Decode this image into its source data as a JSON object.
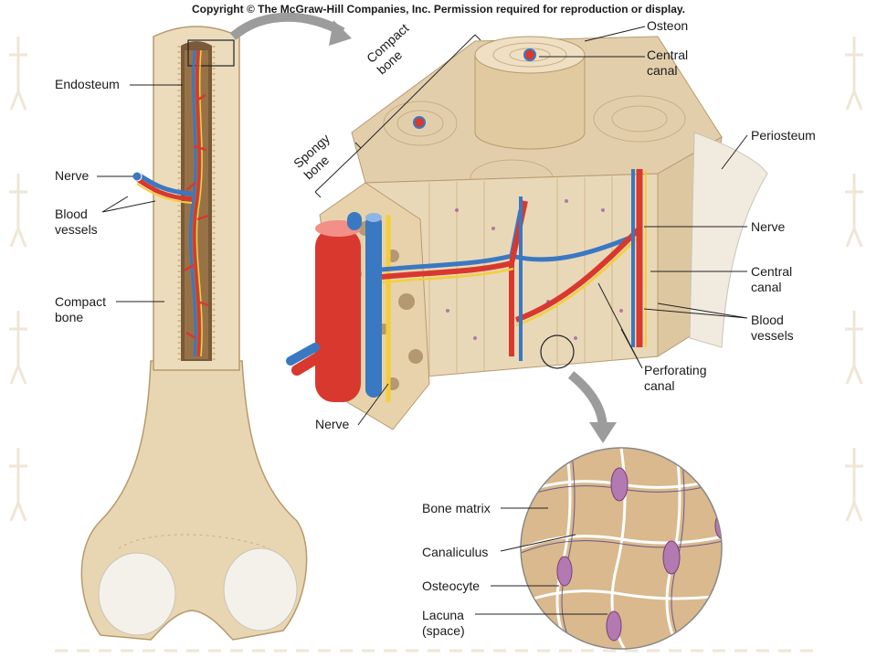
{
  "copyright": "Copyright © The McGraw-Hill Companies, Inc. Permission required for reproduction or display.",
  "labels": {
    "endosteum": "Endosteum",
    "nerve_left": "Nerve",
    "blood_vessels_left": "Blood\nvessels",
    "compact_bone_left": "Compact\nbone",
    "compact_bone_bracket": "Compact\nbone",
    "spongy_bone_bracket": "Spongy\nbone",
    "osteon": "Osteon",
    "central_canal_top": "Central\ncanal",
    "periosteum": "Periosteum",
    "nerve_right": "Nerve",
    "central_canal_right": "Central\ncanal",
    "blood_vessels_right": "Blood\nvessels",
    "perforating_canal": "Perforating\ncanal",
    "nerve_bottom": "Nerve",
    "bone_matrix": "Bone matrix",
    "canaliculus": "Canaliculus",
    "osteocyte": "Osteocyte",
    "lacuna": "Lacuna\n(space)"
  },
  "colors": {
    "bone": "#e8d6b2",
    "bone_dark": "#cdb48a",
    "cartilage": "#f4f1ea",
    "artery": "#d9382e",
    "vein": "#3a78c2",
    "nerve": "#f2cf3a",
    "osteocyte": "#b27ab0",
    "canaliculus_line": "#ffffff"
  }
}
